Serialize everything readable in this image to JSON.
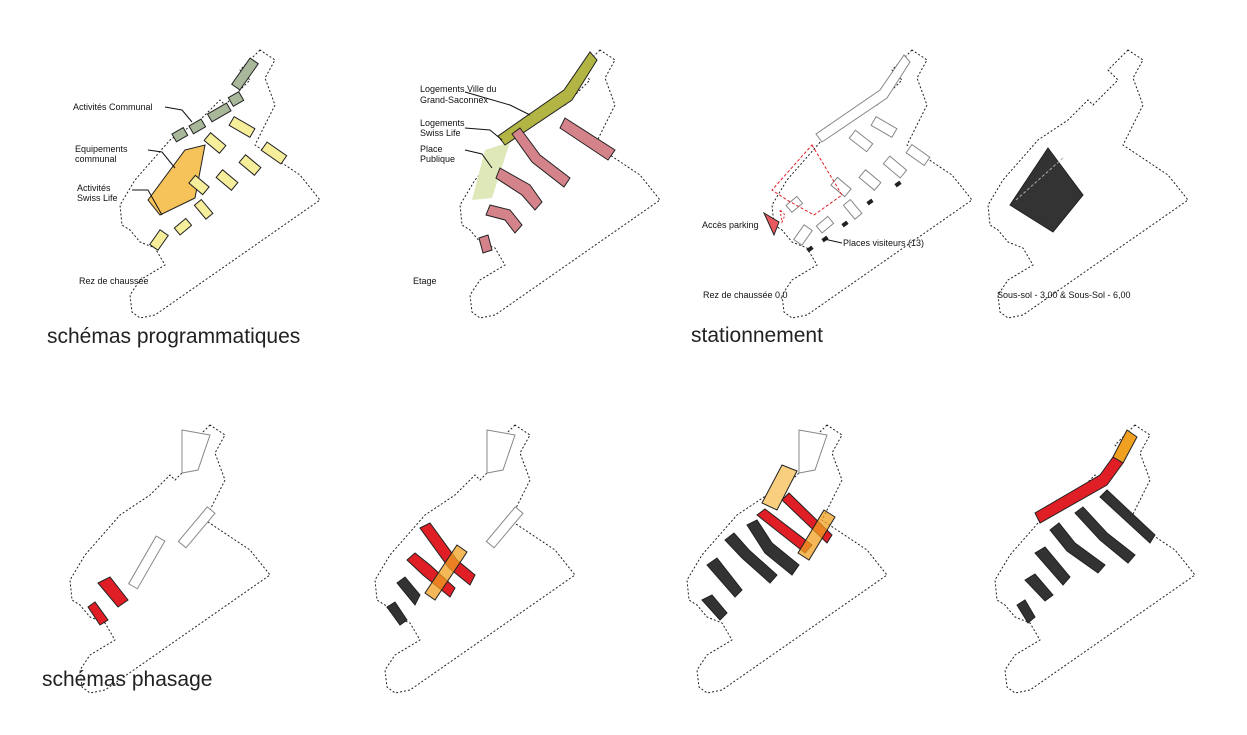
{
  "labels": {
    "activites_communal": "Activités Communal",
    "equipements_1": "Equipements",
    "equipements_2": "communal",
    "activites_swiss_1": "Activités",
    "activites_swiss_2": "Swiss Life",
    "rez_1": "Rez de chaussée",
    "logements_ville_1": "Logements Ville du",
    "logements_ville_2": "Grand-Saconnex",
    "logements_swiss_1": "Logements",
    "logements_swiss_2": "Swiss Life",
    "place_1": "Place",
    "place_2": "Publique",
    "etage": "Etage",
    "acces_parking": "Accès parking",
    "places_visiteurs": "Places visiteurs (13)",
    "rez_2": "Rez de chaussée   0,0",
    "sous_sol": "Sous-sol - 3,00  & Sous-Sol - 6,00"
  },
  "section_titles": {
    "programmatiques": "schémas programmatiques",
    "stationnement": "stationnement",
    "phasage": "schémas phasage"
  },
  "colors": {
    "activites_communal": "#a9b89a",
    "equipements": "#f6c25a",
    "activites_swiss": "#f7ee9c",
    "logements_ville": "#b2b544",
    "logements_swiss": "#d4838a",
    "place_publique": "#dfe8b9",
    "parking": "#333333",
    "phase_current": "#e01e25",
    "phase_done": "#333333",
    "phase_orange": "#f0a020",
    "phase_orange_light": "#f7cf7e"
  }
}
